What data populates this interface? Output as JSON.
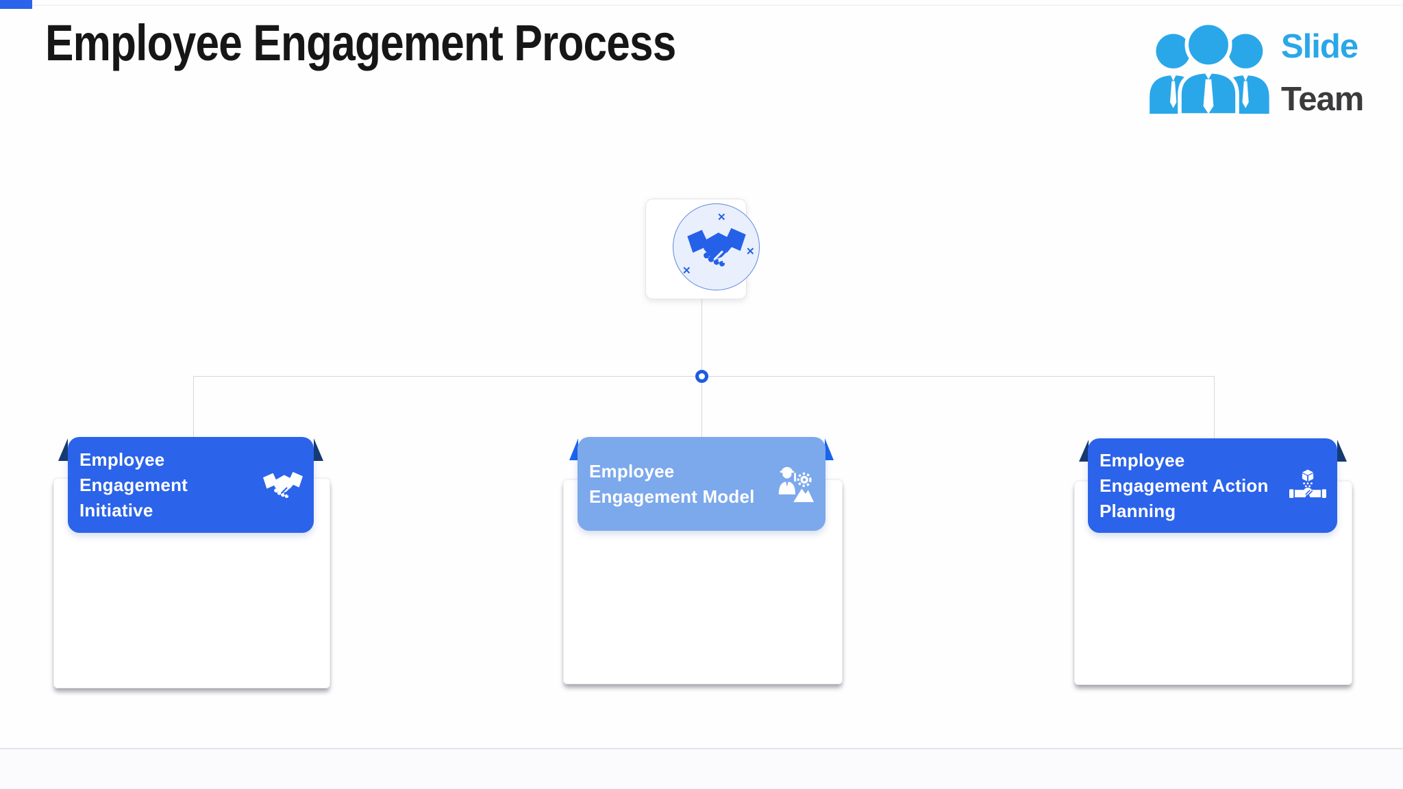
{
  "header": {
    "title": "Employee Engagement Process"
  },
  "logo": {
    "brand_top": "Slide",
    "brand_bottom": "Team"
  },
  "diagram": {
    "root": {
      "icon": "handshake-icon"
    },
    "x_marks": [
      "✕",
      "✕",
      "✕"
    ],
    "boxes": [
      {
        "title": "Employee Engagement Initiative",
        "title_lines": [
          "Employee",
          "Engagement",
          "Initiative"
        ],
        "icon": "handshake-icon"
      },
      {
        "title": "Employee Engagement Model",
        "title_lines": [
          "Employee",
          "Engagement Model"
        ],
        "icon": "worker-goal-icon"
      },
      {
        "title": "Employee Engagement Action Planning",
        "title_lines": [
          "Employee",
          "Engagement Action",
          "Planning"
        ],
        "icon": "handshake-delivery-icon"
      }
    ]
  },
  "colors": {
    "band_primary": "#2b63ea",
    "band_light": "#7ca8ec",
    "fold_dark": "#163a72",
    "fold_bright": "#1b65ef",
    "icon_blue": "#2560e8",
    "circle_fill": "#e9effc",
    "accent_blue": "#2aa7e9",
    "team_dark": "#3b3b3d"
  }
}
